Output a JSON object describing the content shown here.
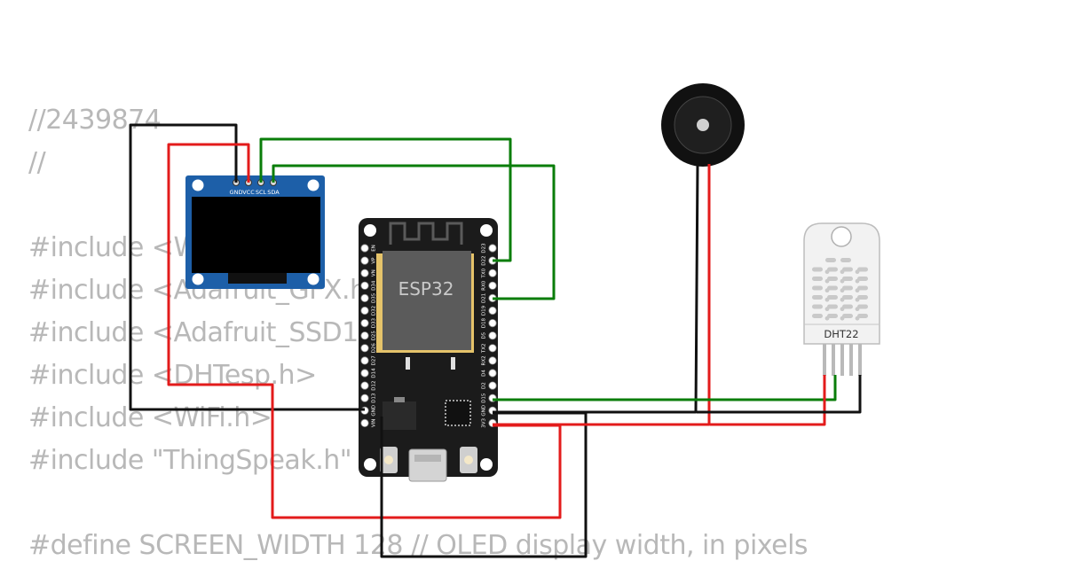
{
  "code_lines": [
    {
      "text": "//2439874"
    },
    {
      "text": "//"
    },
    {
      "text": "#include <W"
    },
    {
      "text": "#include <Adafruit_GFX.h"
    },
    {
      "text": "#include <Adafruit_SSD1"
    },
    {
      "text": "#include <DHTesp.h>"
    },
    {
      "text": "#include <WiFi.h>"
    },
    {
      "text": "#include \"ThingSpeak.h\""
    },
    {
      "text": ""
    },
    {
      "text": "#define SCREEN_WIDTH 128 // OLED display width, in pixels"
    }
  ],
  "oled": {
    "pins": [
      "GND",
      "VCC",
      "SCL",
      "SDA"
    ]
  },
  "esp32": {
    "label": "ESP32",
    "right_pins": [
      "D23",
      "D22",
      "TX0",
      "RX0",
      "D21",
      "D19",
      "D18",
      "D5",
      "TX2",
      "RX2",
      "D4",
      "D2",
      "D15",
      "GND",
      "3V3"
    ],
    "left_pins": [
      "EN",
      "VP",
      "VN",
      "D34",
      "D35",
      "D32",
      "D33",
      "D25",
      "D26",
      "D27",
      "D14",
      "D12",
      "D13",
      "GND",
      "VIN"
    ]
  },
  "dht22": {
    "label": "DHT22"
  },
  "colors": {
    "wire_black": "#111111",
    "wire_red": "#e31b1b",
    "wire_green": "#0a7d0a",
    "board": "#1b1b1b",
    "oled_pcb": "#1d5fa8"
  }
}
